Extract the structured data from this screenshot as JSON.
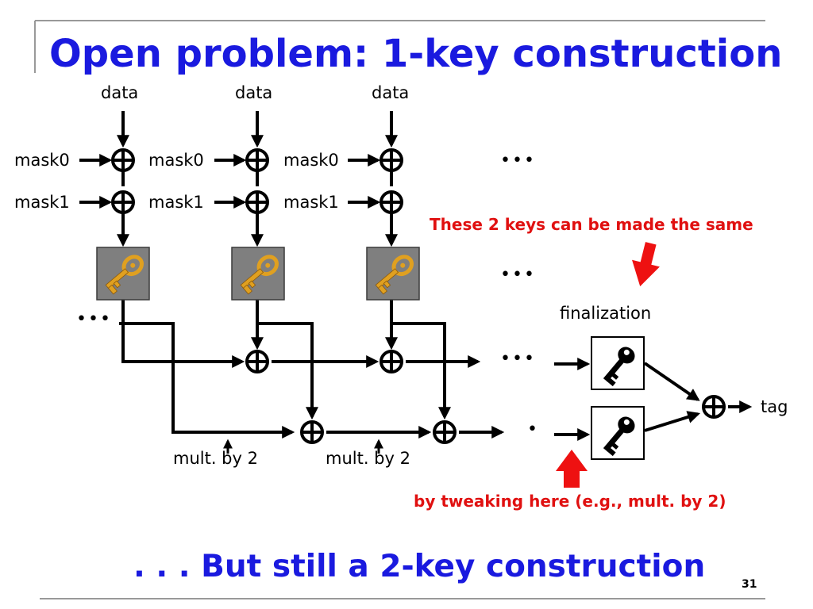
{
  "slide": {
    "title": "Open problem: 1-key construction",
    "subtitle": ". . . But still a 2-key construction",
    "page_number": "31"
  },
  "diagram": {
    "data_labels": [
      "data",
      "data",
      "data"
    ],
    "mask0_labels": [
      "mask0",
      "mask0",
      "mask0"
    ],
    "mask1_labels": [
      "mask1",
      "mask1",
      "mask1"
    ],
    "mult_labels": [
      "mult. by 2",
      "mult. by 2"
    ],
    "finalization_label": "finalization",
    "tag_label": "tag",
    "callout_top": "These 2 keys can be made the same",
    "callout_bottom": "by tweaking here (e.g., mult. by 2)",
    "ellipsis": "•••",
    "single_dot": "•"
  },
  "colors": {
    "title": "#1a1adf",
    "callout": "#e01010",
    "key_box_fill": "#7f7f7f",
    "key_gold": "#e0a020"
  },
  "icons": [
    "xor-icon",
    "gold-key-icon",
    "black-key-icon",
    "red-arrow-icon"
  ]
}
